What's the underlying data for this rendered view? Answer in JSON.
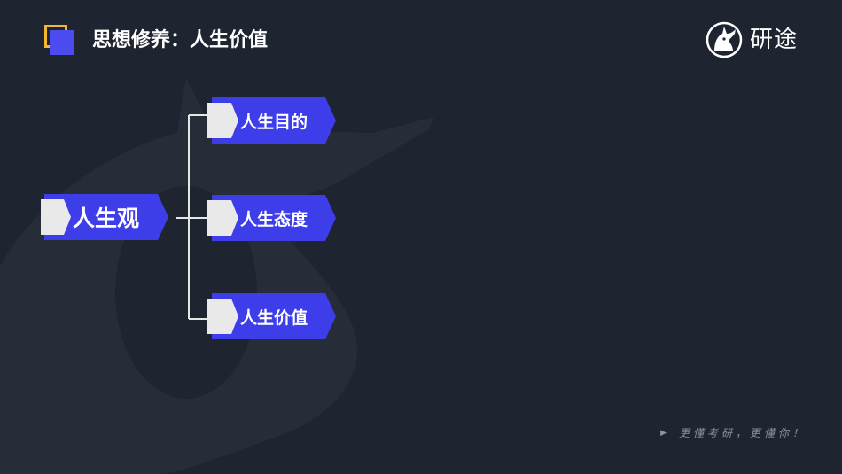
{
  "header": {
    "title": "思想修养：人生价值",
    "accent_color": "#4b4bf0",
    "frame_color": "#f2b632"
  },
  "brand": {
    "name": "研途",
    "logo_icon": "unicorn-logo-icon"
  },
  "mindmap": {
    "root": {
      "label": "人生观"
    },
    "branches": [
      {
        "label": "人生目的"
      },
      {
        "label": "人生态度"
      },
      {
        "label": "人生价值"
      }
    ],
    "node_color": "#3d3dea"
  },
  "footer": {
    "slogan": "更懂考研，更懂你！",
    "play_icon": "play-icon"
  }
}
